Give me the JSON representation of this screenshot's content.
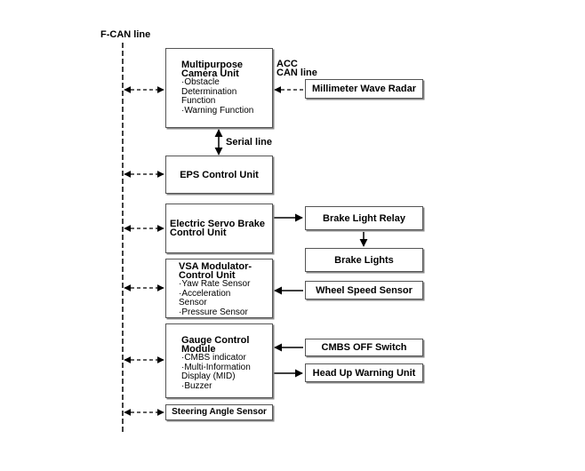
{
  "diagram": {
    "bus_label": "F-CAN line",
    "acc_label": "ACC\nCAN line",
    "serial_label": "Serial line",
    "units": {
      "camera": {
        "title": "Multipurpose\nCamera Unit",
        "items": "·Obstacle\nDetermination\nFunction\n·Warning Function"
      },
      "eps": {
        "title": "EPS Control Unit"
      },
      "brake": {
        "title": "Electric Servo Brake\nControl Unit"
      },
      "vsa": {
        "title": "VSA Modulator-\nControl Unit",
        "items": "·Yaw Rate Sensor\n·Acceleration\nSensor\n·Pressure Sensor"
      },
      "gauge": {
        "title": "Gauge Control\nModule",
        "items": "·CMBS indicator\n·Multi-Information\nDisplay (MID)\n·Buzzer"
      },
      "steering": {
        "title": "Steering Angle Sensor"
      }
    },
    "peripherals": {
      "radar": "Millimeter Wave Radar",
      "brake_relay": "Brake Light Relay",
      "brake_lights": "Brake Lights",
      "wheel_speed": "Wheel Speed Sensor",
      "cmbs_switch": "CMBS OFF Switch",
      "hud": "Head Up Warning Unit"
    }
  }
}
